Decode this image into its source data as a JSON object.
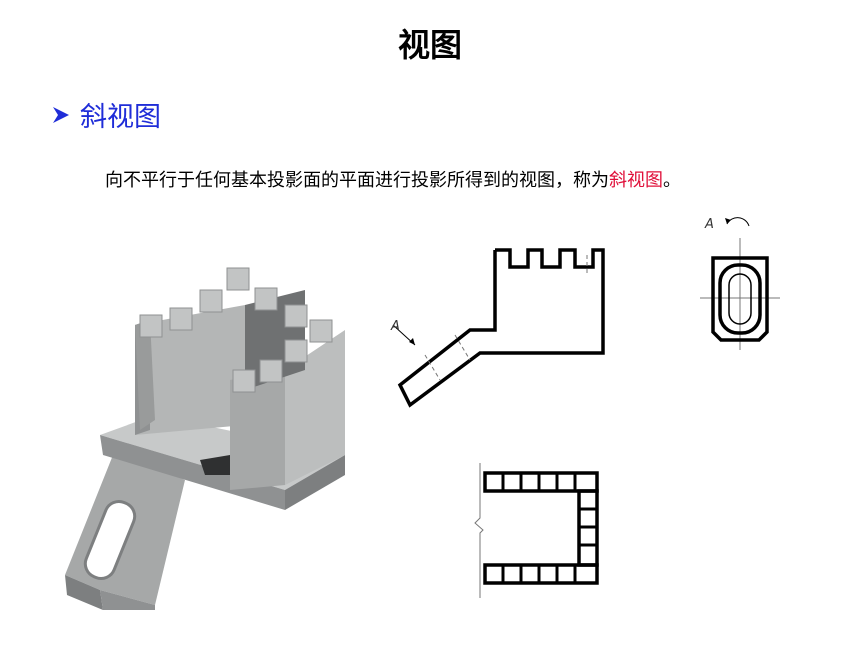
{
  "slide": {
    "title": "视图",
    "heading": "斜视图",
    "description_main": "向不平行于任何基本投影面的平面进行投影所得到的视图，称为",
    "description_term": "斜视图",
    "description_end": "。"
  },
  "figures": {
    "label_a_top": "A",
    "label_a_left": "A"
  },
  "colors": {
    "heading": "#1f2dd8",
    "highlight": "#e0103a",
    "model_light": "#c7c9c9",
    "model_mid": "#a6a8a8",
    "model_dark": "#7d7f80"
  },
  "icons": {
    "bullet": "arrow-bullet-icon"
  }
}
